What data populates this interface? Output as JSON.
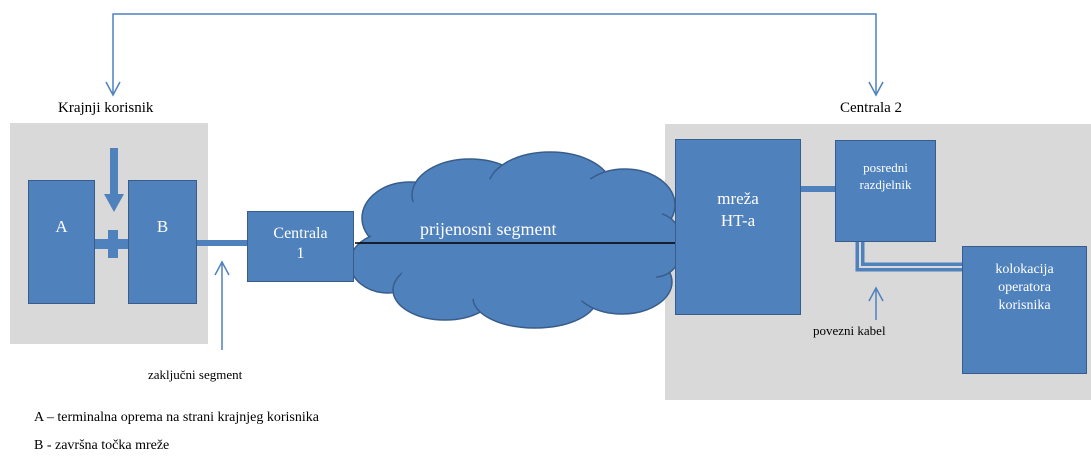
{
  "colors": {
    "box_fill": "#4f81bd",
    "box_border": "#385d8a",
    "panel": "#d9d9d9",
    "arrow": "#4f81bd",
    "link_line": "#000000"
  },
  "panels": {
    "left_title": "Krajnji korisnik",
    "right_title": "Centrala 2"
  },
  "nodes": {
    "a": "A",
    "b": "B",
    "centrala1_line1": "Centrala",
    "centrala1_line2": "1",
    "cloud": "prijenosni segment",
    "mreza_line1": "mreža",
    "mreza_line2": "HT-a",
    "posredni_line1": "posredni",
    "posredni_line2": "razdjelnik",
    "kolokacija_line1": "kolokacija",
    "kolokacija_line2": "operatora",
    "kolokacija_line3": "korisnika"
  },
  "annotations": {
    "zakljucni": "zaključni segment",
    "povezni": "povezni kabel"
  },
  "legend": {
    "a": "A – terminalna oprema na strani krajnjeg korisnika",
    "b": "B - završna točka mreže"
  }
}
